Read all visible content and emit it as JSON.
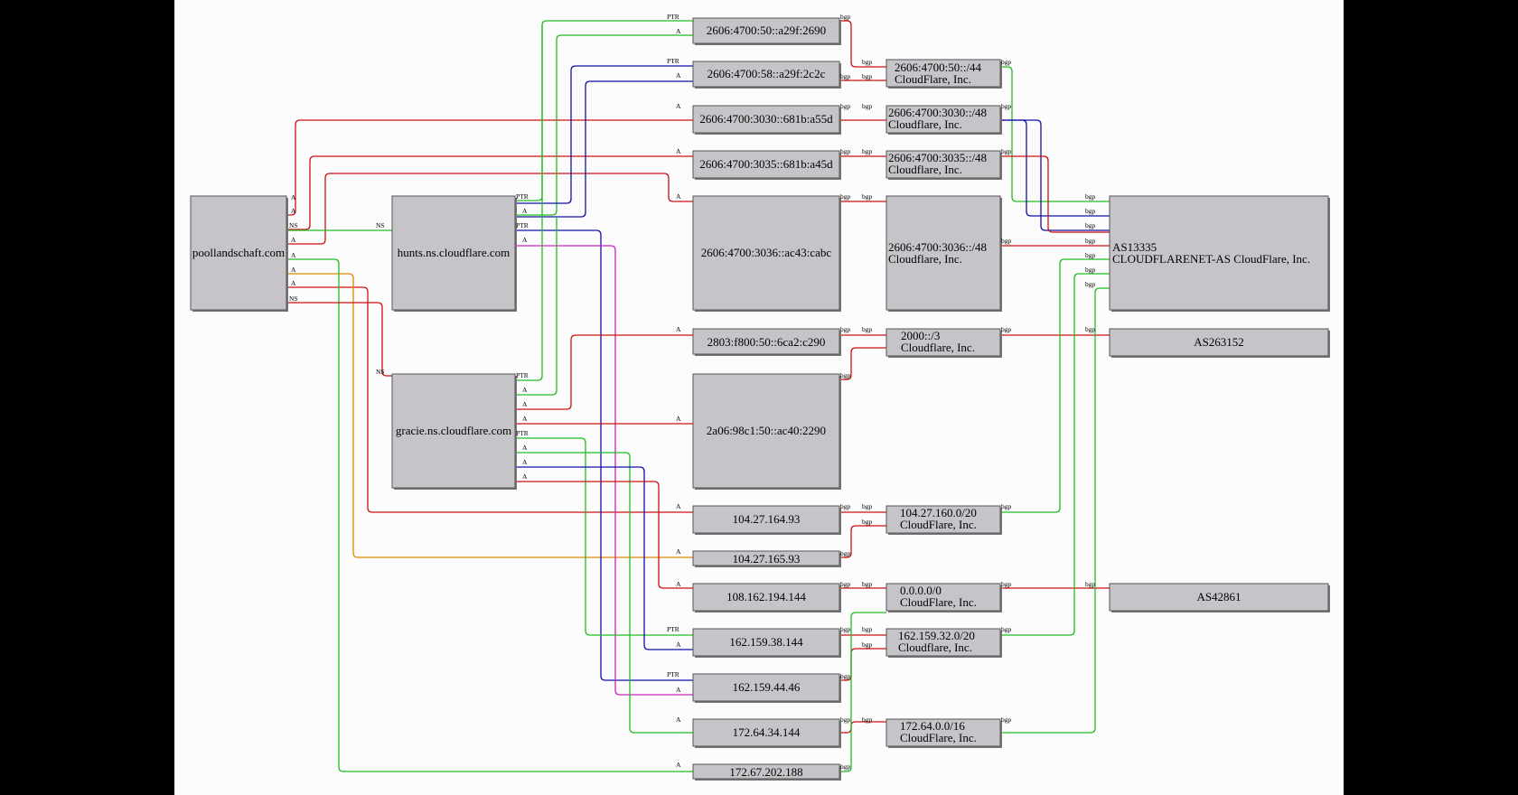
{
  "colors": {
    "red": "#cc1111",
    "green": "#22bb22",
    "blue": "#1111aa",
    "magenta": "#cc22bb",
    "orange": "#dd8800",
    "node_fill": "#c6c4c8",
    "background": "#fbfcfb"
  },
  "nodes": {
    "domain": {
      "label": "poollandschaft.com"
    },
    "ns_hunts": {
      "label": "hunts.ns.cloudflare.com"
    },
    "ns_gracie": {
      "label": "gracie.ns.cloudflare.com"
    },
    "ip6_a29f2690": {
      "label": "2606:4700:50::a29f:2690"
    },
    "ip6_a29f2c2c": {
      "label": "2606:4700:58::a29f:2c2c"
    },
    "ip6_681ba55d": {
      "label": "2606:4700:3030::681b:a55d"
    },
    "ip6_681ba45d": {
      "label": "2606:4700:3035::681b:a45d"
    },
    "ip6_ac43cabc": {
      "label": "2606:4700:3036::ac43:cabc"
    },
    "ip6_6ca2c290": {
      "label": "2803:f800:50::6ca2:c290"
    },
    "ip6_ac402290": {
      "label": "2a06:98c1:50::ac40:2290"
    },
    "ip4_104_27_164_93": {
      "label": "104.27.164.93"
    },
    "ip4_104_27_165_93": {
      "label": "104.27.165.93"
    },
    "ip4_108_162_194_144": {
      "label": "108.162.194.144"
    },
    "ip4_162_159_38_144": {
      "label": "162.159.38.144"
    },
    "ip4_162_159_44_46": {
      "label": "162.159.44.46"
    },
    "ip4_172_64_34_144": {
      "label": "172.64.34.144"
    },
    "ip4_172_67_202_188": {
      "label": "172.67.202.188"
    },
    "pfx_2606_4700_50_44": {
      "line1": "2606:4700:50::/44",
      "line2": "CloudFlare, Inc."
    },
    "pfx_2606_4700_3030_48": {
      "line1": "2606:4700:3030::/48",
      "line2": "Cloudflare, Inc."
    },
    "pfx_2606_4700_3035_48": {
      "line1": "2606:4700:3035::/48",
      "line2": "Cloudflare, Inc."
    },
    "pfx_2606_4700_3036_48": {
      "line1": "2606:4700:3036::/48",
      "line2": "Cloudflare, Inc."
    },
    "pfx_2000_3": {
      "line1": "2000::/3",
      "line2": "Cloudflare, Inc."
    },
    "pfx_104_27_160_0_20": {
      "line1": "104.27.160.0/20",
      "line2": "CloudFlare, Inc."
    },
    "pfx_0_0_0_0_0": {
      "line1": "0.0.0.0/0",
      "line2": "CloudFlare, Inc."
    },
    "pfx_162_159_32_0_20": {
      "line1": "162.159.32.0/20",
      "line2": "Cloudflare, Inc."
    },
    "pfx_172_64_0_0_16": {
      "line1": "172.64.0.0/16",
      "line2": "CloudFlare, Inc."
    },
    "as13335": {
      "line1": "AS13335",
      "line2": "CLOUDFLARENET-AS CloudFlare, Inc."
    },
    "as263152": {
      "label": "AS263152"
    },
    "as42861": {
      "label": "AS42861"
    }
  },
  "port_labels": {
    "a": "A",
    "ns": "NS",
    "ptr": "PTR",
    "bgp": "bgp"
  }
}
